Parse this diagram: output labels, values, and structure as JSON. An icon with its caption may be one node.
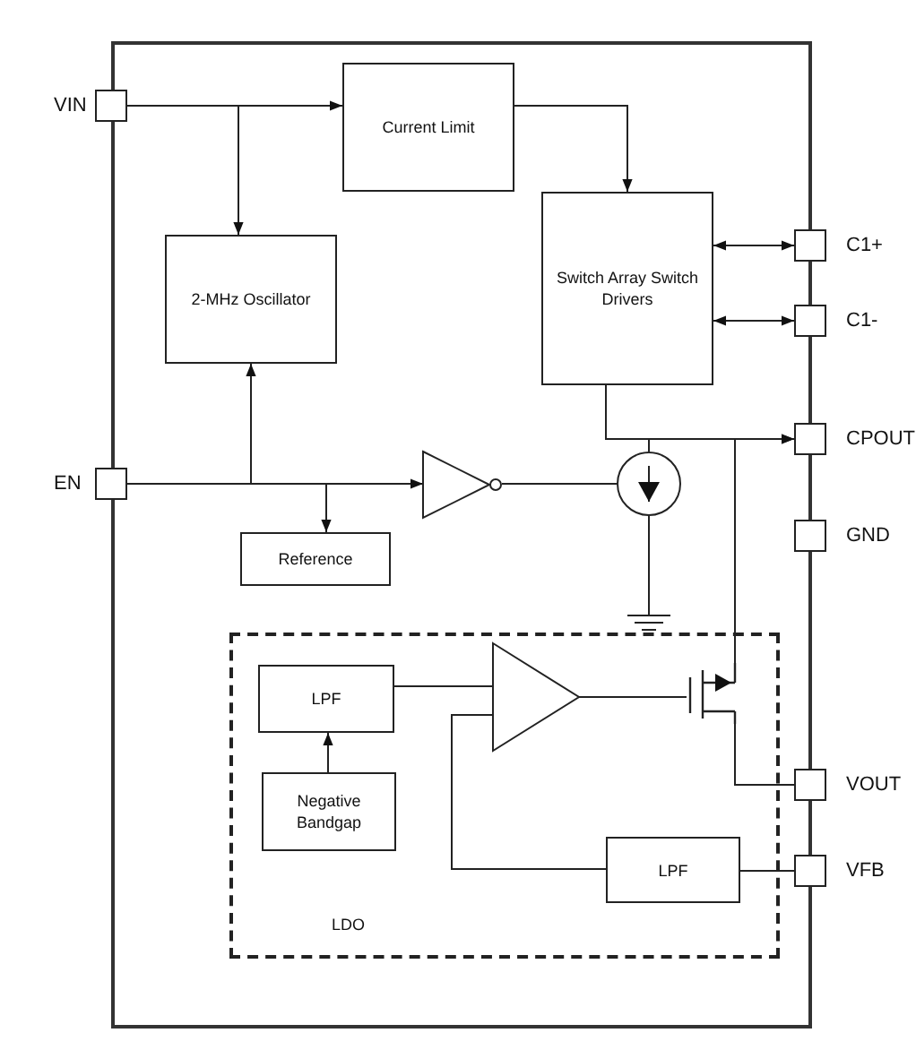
{
  "diagram": {
    "nodes": [
      {
        "text": [
          "VIN"
        ]
      },
      {
        "text": [
          "Current Limit"
        ]
      },
      {
        "text": [
          "2-MHz Oscillator"
        ]
      },
      {
        "text": [
          "Switch Array Switch Drivers"
        ]
      },
      {
        "text": [
          "C1+"
        ]
      },
      {
        "text": [
          "C1-"
        ]
      },
      {
        "text": [
          "CPOUT"
        ]
      },
      {
        "text": [
          "EN"
        ]
      },
      {
        "text": [],
        "shape": "triangle"
      },
      {
        "text": [],
        "shape": "circle"
      },
      {
        "text": [
          "GND"
        ]
      },
      {
        "text": [
          "Reference"
        ]
      },
      {
        "text": [],
        "shape": "ground"
      },
      {
        "text": [
          "LDO"
        ]
      },
      {
        "text": [
          "LPF"
        ],
        "in": 13
      },
      {
        "text": [],
        "shape": "triangle",
        "in": 13
      },
      {
        "text": [],
        "shape": "transistor",
        "in": 13
      },
      {
        "text": [
          "Negative Bandgap"
        ],
        "in": 13
      },
      {
        "text": [
          "LPF"
        ],
        "in": 13
      },
      {
        "text": [
          "VOUT"
        ]
      },
      {
        "text": [
          "VFB"
        ]
      }
    ],
    "edges": [
      {
        "from": 0,
        "to": 1,
        "arrow": "to"
      },
      {
        "from": 0,
        "to": 2,
        "arrow": "to"
      },
      {
        "from": 1,
        "to": 3,
        "arrow": "to"
      },
      {
        "from": 3,
        "to": 4,
        "arrow": "both"
      },
      {
        "from": 3,
        "to": 5,
        "arrow": "both"
      },
      {
        "from": 3,
        "to": 6,
        "arrow": "to"
      },
      {
        "from": 7,
        "to": 2,
        "arrow": "to"
      },
      {
        "from": 7,
        "to": 11,
        "arrow": "to"
      },
      {
        "from": 7,
        "to": 8,
        "arrow": "to"
      },
      {
        "from": 8,
        "to": 9,
        "arrow": "none"
      },
      {
        "from": 9,
        "to": 6,
        "arrow": "to"
      },
      {
        "from": 9,
        "to": 12,
        "arrow": "none"
      },
      {
        "from": 3,
        "to": 16,
        "arrow": "none"
      },
      {
        "from": 17,
        "to": 14,
        "arrow": "to"
      },
      {
        "from": 14,
        "to": 15,
        "arrow": "none"
      },
      {
        "from": 15,
        "to": 16,
        "arrow": "none"
      },
      {
        "from": 16,
        "to": 19,
        "arrow": "none"
      },
      {
        "from": 18,
        "to": 15,
        "arrow": "none"
      },
      {
        "from": 20,
        "to": 18,
        "arrow": "none"
      }
    ]
  }
}
